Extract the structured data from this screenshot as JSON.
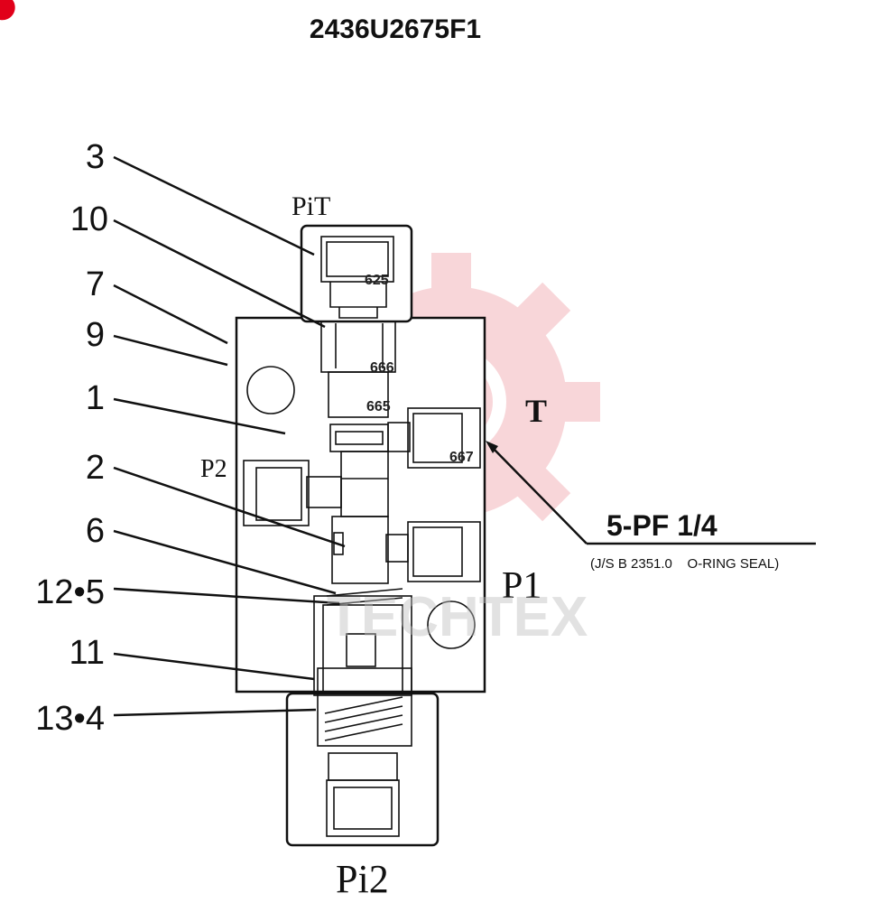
{
  "title": "2436U2675F1",
  "callouts": [
    "3",
    "10",
    "7",
    "9",
    "1",
    "2",
    "6",
    "12•5",
    "11",
    "13•4"
  ],
  "ports": {
    "pi1": "PiT",
    "pi2": "Pi2",
    "p2": "P2",
    "p1": "P1",
    "t": "T"
  },
  "part_numbers": [
    "625",
    "666",
    "665",
    "667"
  ],
  "spec": {
    "label": "5-PF 1/4",
    "note": "(J/S B 2351.0    O-RING SEAL)"
  },
  "watermark": "TECHTEX",
  "colors": {
    "ink": "#111111",
    "watermark": "#f4b6bb",
    "corner_mark": "#e1001a"
  }
}
